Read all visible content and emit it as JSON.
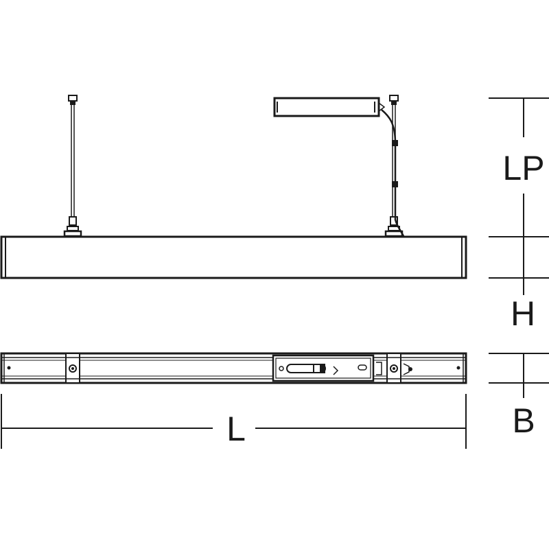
{
  "labels": {
    "suspension_length": "LP",
    "height": "H",
    "width": "B",
    "length": "L"
  },
  "colors": {
    "line": "#1a1a1a",
    "background": "#ffffff"
  }
}
